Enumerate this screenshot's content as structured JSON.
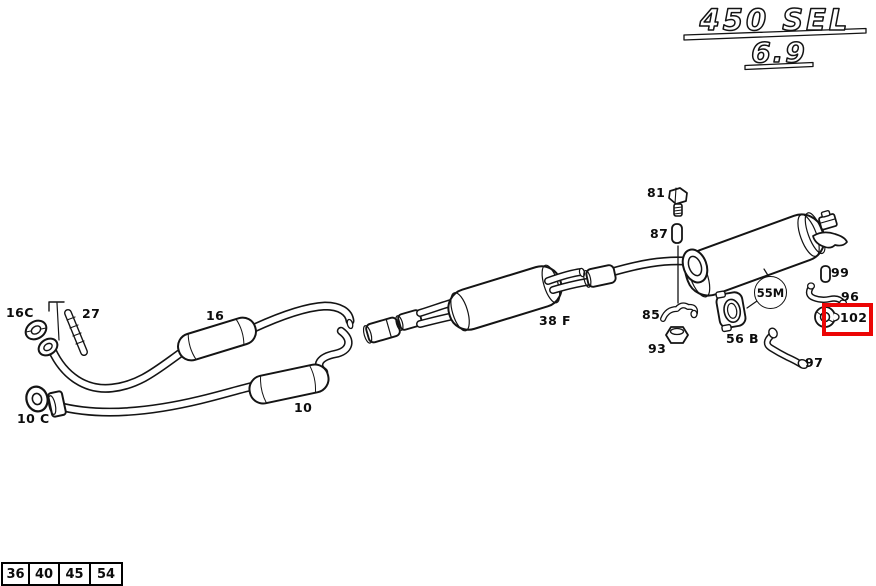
{
  "badge": {
    "line1": "450 SEL",
    "line2": "6.9"
  },
  "diagram": {
    "highlighted_part": "102",
    "highlight_color": "#ec0505",
    "line_color": "#141414",
    "labels": [
      {
        "text": "16C"
      },
      {
        "text": "27"
      },
      {
        "text": "16"
      },
      {
        "text": "10"
      },
      {
        "text": "10 C"
      },
      {
        "text": "38 F"
      },
      {
        "text": "81"
      },
      {
        "text": "87"
      },
      {
        "text": "85"
      },
      {
        "text": "93"
      },
      {
        "text": "56 B"
      },
      {
        "text": "55M"
      },
      {
        "text": "99"
      },
      {
        "text": "96"
      },
      {
        "text": "102"
      },
      {
        "text": "97"
      }
    ],
    "part_icons": {
      "16C": "gasket-ring-icon",
      "27": "stud-bolt-icon",
      "16": "front-resonator-icon",
      "10": "front-resonator-icon",
      "10C": "gasket-ring-icon",
      "38F": "center-muffler-icon",
      "81": "clamp-bolt-icon",
      "87": "rubber-bushing-icon",
      "85": "clamp-icon",
      "93": "hex-nut-icon",
      "56B": "flange-bracket-icon",
      "55M": "callout-circle-icon",
      "99": "rubber-bushing-icon",
      "96": "hanger-bracket-icon",
      "102": "rubber-grommet-icon",
      "97": "strap-hanger-icon"
    }
  },
  "footer_tabs": {
    "cells": [
      "36",
      "40",
      "45",
      "54"
    ]
  }
}
